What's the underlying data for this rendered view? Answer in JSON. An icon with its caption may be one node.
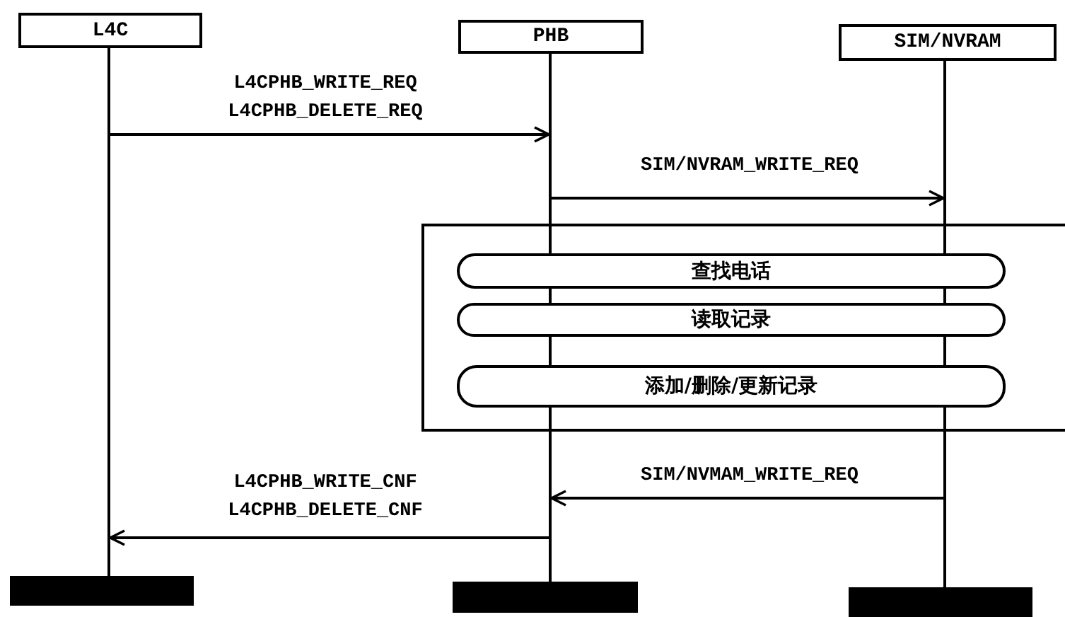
{
  "diagram": {
    "nodes": [
      {
        "text": [
          "L4C"
        ]
      },
      {
        "text": [
          "PHB"
        ]
      },
      {
        "text": [
          "SIM/NVRAM"
        ]
      },
      {
        "text": [],
        "shape": "box"
      },
      {
        "text": [
          "查找电话"
        ],
        "in": 3
      },
      {
        "text": [
          "读取记录"
        ],
        "in": 3
      },
      {
        "text": [
          "添加/删除/更新记录"
        ],
        "in": 3
      }
    ],
    "edges": [
      {
        "from": 0,
        "to": 1,
        "arrow": "to",
        "label": "L4CPHB_WRITE_REQ L4CPHB_DELETE_REQ"
      },
      {
        "from": 1,
        "to": 2,
        "arrow": "to",
        "label": "SIM/NVRAM_WRITE_REQ"
      },
      {
        "from": 2,
        "to": 1,
        "arrow": "to",
        "label": "SIM/NVMAM_WRITE_REQ"
      },
      {
        "from": 1,
        "to": 0,
        "arrow": "to",
        "label": "L4CPHB_WRITE_CNF L4CPHB_DELETE_CNF"
      }
    ]
  }
}
